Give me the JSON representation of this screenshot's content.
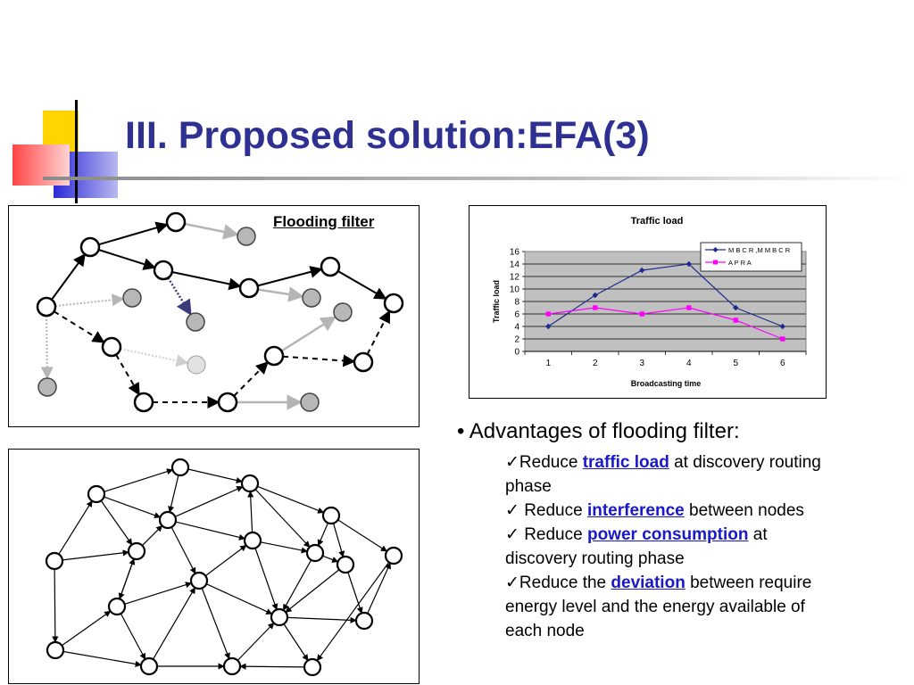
{
  "slide": {
    "title": "III. Proposed solution:EFA(3)"
  },
  "diagram1": {
    "label": "Flooding filter"
  },
  "chart_data": {
    "type": "line",
    "title": "Traffic load",
    "xlabel": "Broadcasting time",
    "ylabel": "Traffic load",
    "x": [
      1,
      2,
      3,
      4,
      5,
      6
    ],
    "ylim": [
      0,
      16
    ],
    "yticks": [
      0,
      2,
      4,
      6,
      8,
      10,
      12,
      14,
      16
    ],
    "grid": true,
    "legend_position": "top-right",
    "series": [
      {
        "name": "M B C R ,M M B C R",
        "values": [
          4,
          9,
          13,
          14,
          7,
          4
        ],
        "color": "#1f2b8c",
        "marker": "diamond"
      },
      {
        "name": "A P R A",
        "values": [
          6,
          7,
          6,
          7,
          5,
          2
        ],
        "color": "#ff00ff",
        "marker": "square"
      }
    ]
  },
  "advantages": {
    "heading": "• Advantages of flooding filter:",
    "check": "✓",
    "items": [
      {
        "before": "Reduce ",
        "keyword": "traffic load",
        "after": " at discovery routing phase"
      },
      {
        "before": " Reduce ",
        "keyword": "interference",
        "after": " between nodes"
      },
      {
        "before": " Reduce ",
        "keyword": "power consumption",
        "after": " at discovery routing phase"
      },
      {
        "before": "Reduce the ",
        "keyword": "deviation",
        "after": " between require energy level and the energy available of each node"
      }
    ]
  }
}
